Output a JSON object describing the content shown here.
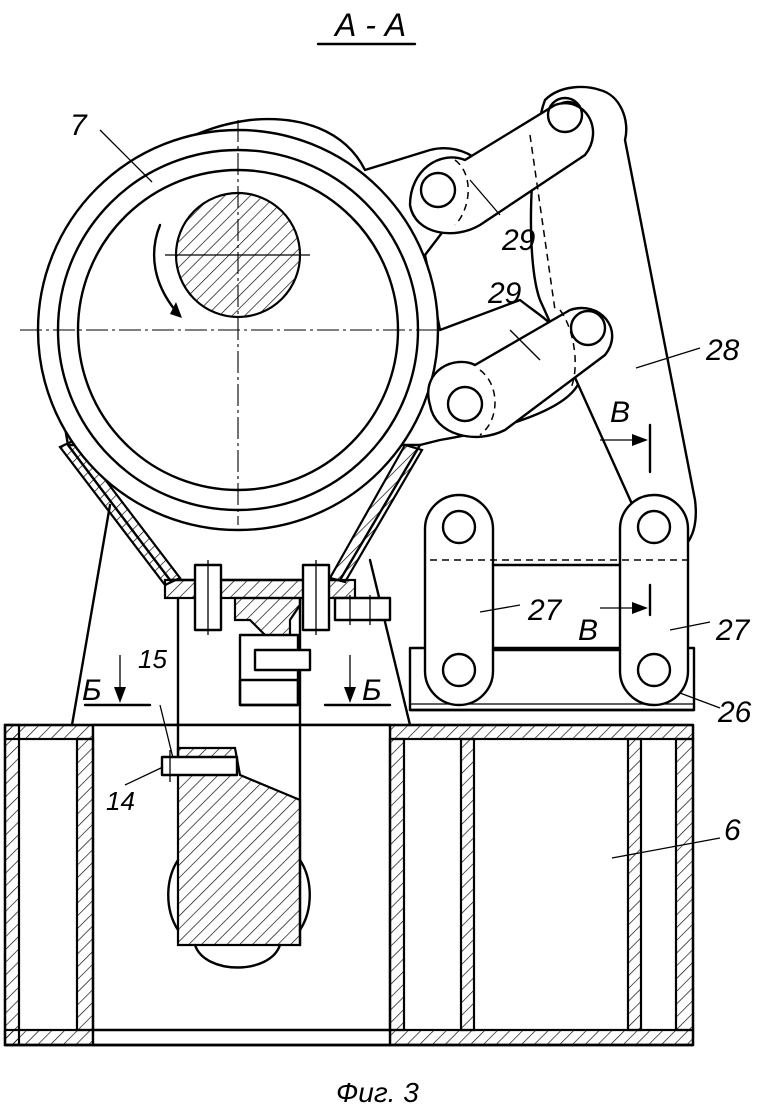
{
  "drawing": {
    "section_title": "А - А",
    "caption": "Фиг. 3",
    "labels": {
      "l7": "7",
      "l29a": "29",
      "l29b": "29",
      "l28": "28",
      "l27a": "27",
      "l27b": "27",
      "l26": "26",
      "l6": "6",
      "l14": "14",
      "l15": "15",
      "lBleft": "Б",
      "lBright": "Б",
      "lVtop": "В",
      "lVbot": "В"
    }
  }
}
